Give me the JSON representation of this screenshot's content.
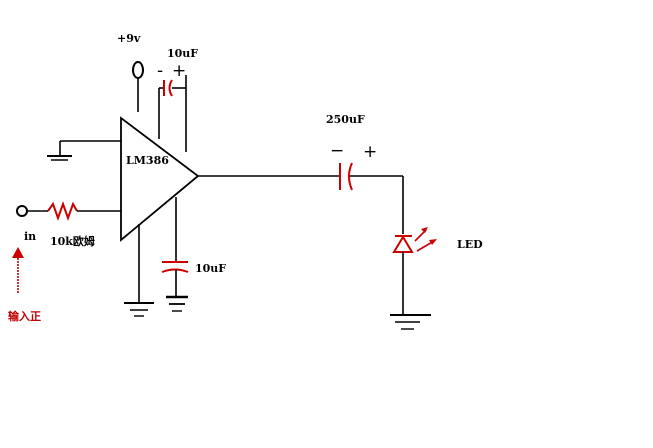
{
  "labels": {
    "supply": "+9v",
    "cap_top": "10uF",
    "cap_top_minus": "-",
    "cap_top_plus": "+",
    "amp": "LM386",
    "cap_bottom": "10uF",
    "cap_out": "250uF",
    "cap_out_minus": "−",
    "cap_out_plus": "+",
    "led": "LED",
    "input": "in",
    "resistor": "10k欧姆",
    "input_note": "输入正"
  },
  "colors": {
    "wire": "#000000",
    "component": "#cc0000",
    "annotation": "#c00000"
  }
}
